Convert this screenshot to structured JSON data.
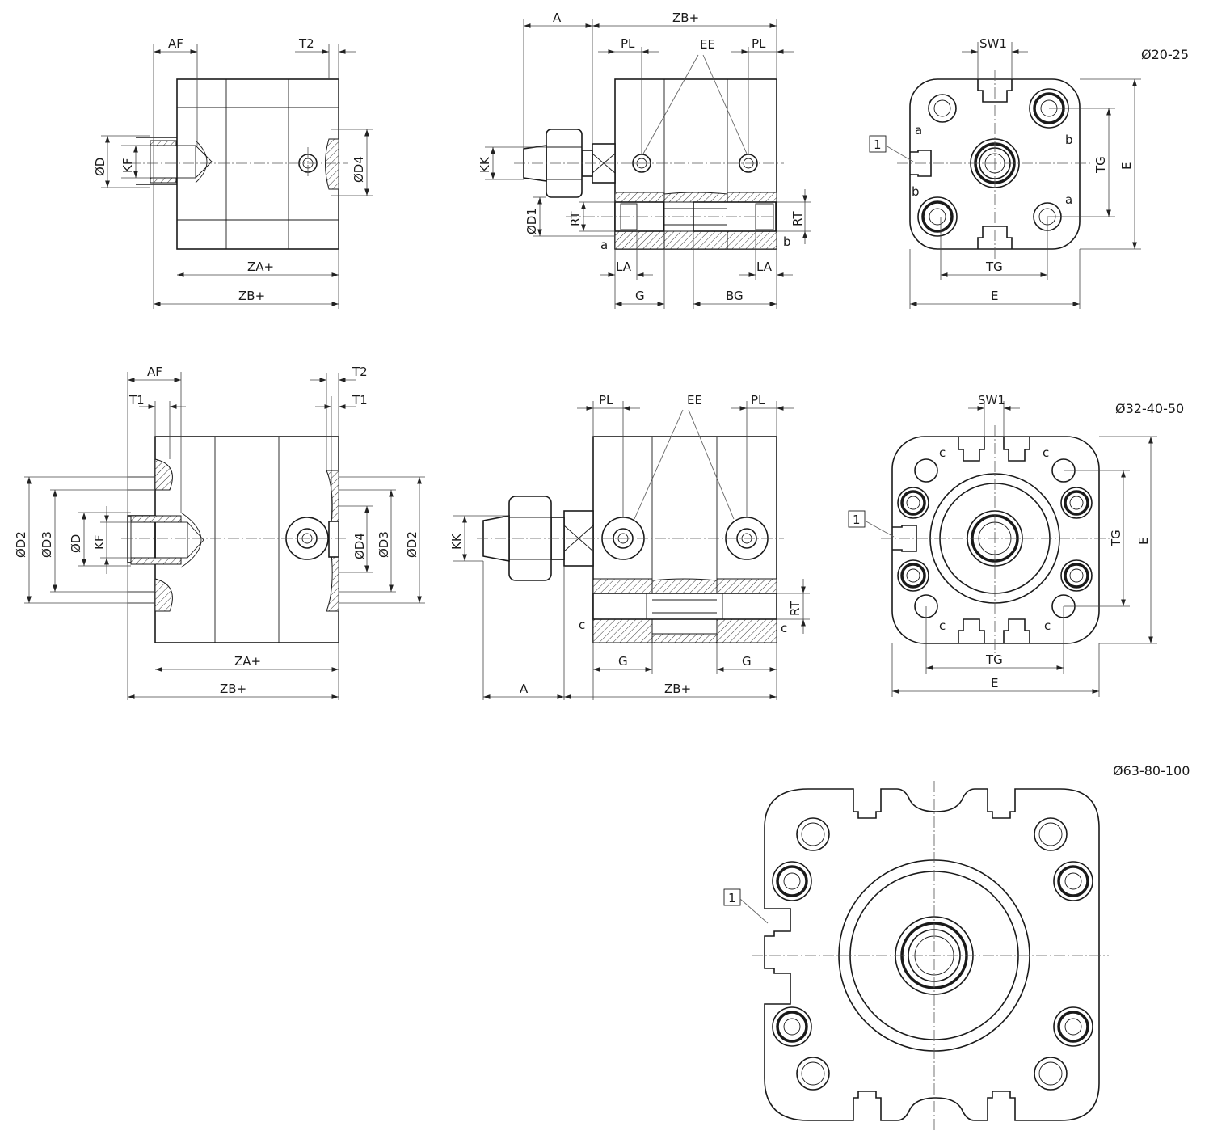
{
  "size_labels": {
    "row1": "Ø20-25",
    "row2": "Ø32-40-50",
    "row3": "Ø63-80-100"
  },
  "dims": {
    "AF": "AF",
    "T1": "T1",
    "T2": "T2",
    "D": "ØD",
    "KF": "KF",
    "D2": "ØD2",
    "D3": "ØD3",
    "D4": "ØD4",
    "ZA": "ZA+",
    "ZB": "ZB+",
    "A": "A",
    "PL": "PL",
    "EE": "EE",
    "KK": "KK",
    "D1": "ØD1",
    "RT": "RT",
    "LA": "LA",
    "G": "G",
    "BG": "BG",
    "SW1": "SW1",
    "TG": "TG",
    "E": "E"
  },
  "port_labels": {
    "a": "a",
    "b": "b",
    "c": "c"
  },
  "callout": "1"
}
